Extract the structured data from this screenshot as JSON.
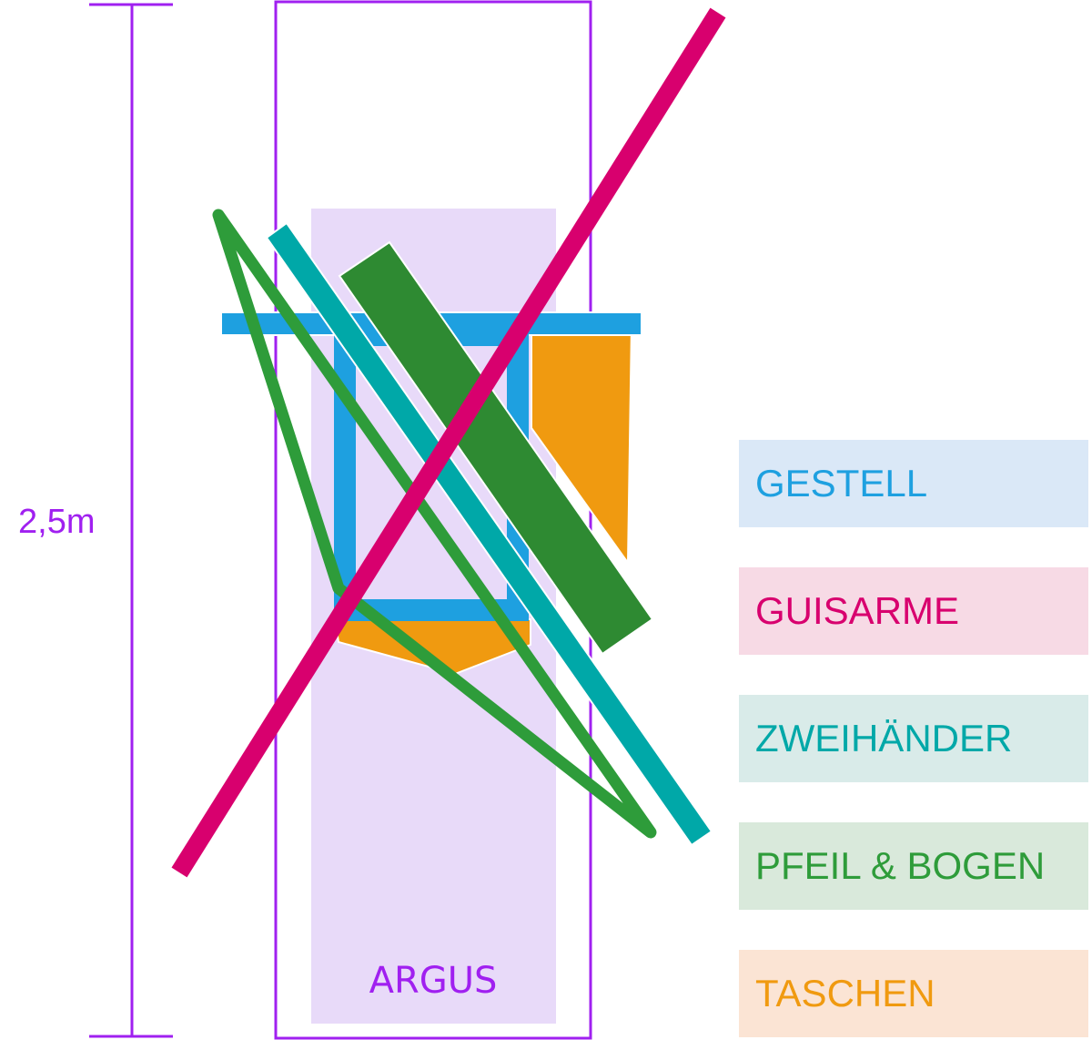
{
  "dimension": {
    "label": "2,5m",
    "color": "#a020f0"
  },
  "figure": {
    "label": "ARGUS",
    "outline_color": "#a020f0",
    "fill_color": "#e8daf9"
  },
  "colors": {
    "gestell": "#1ea0e0",
    "guisarme": "#d8006e",
    "zweihaender": "#00a8a8",
    "pfeil_bogen": "#2e9c3a",
    "pfeil_bogen_dark": "#2e8a32",
    "taschen": "#f09a10"
  },
  "legend": [
    {
      "key": "gestell",
      "label": "GESTELL",
      "text_color": "#1ea0e0",
      "bg_color": "#dae8f7"
    },
    {
      "key": "guisarme",
      "label": "GUISARME",
      "text_color": "#d8006e",
      "bg_color": "#f7dae5"
    },
    {
      "key": "zweihaender",
      "label": "ZWEIHÄNDER",
      "text_color": "#00a8a8",
      "bg_color": "#d9ebe9"
    },
    {
      "key": "pfeil_bogen",
      "label": "PFEIL & BOGEN",
      "text_color": "#2e9c3a",
      "bg_color": "#d9e9db"
    },
    {
      "key": "taschen",
      "label": "TASCHEN",
      "text_color": "#f09a10",
      "bg_color": "#fbe4d4"
    }
  ]
}
